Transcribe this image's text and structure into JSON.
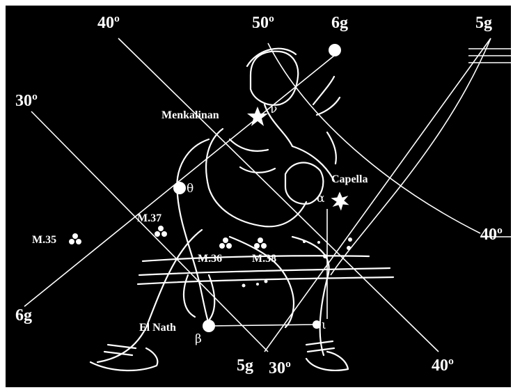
{
  "colors": {
    "background": "#000000",
    "frame": "#ffffff",
    "ink": "#ffffff"
  },
  "grid_labels": {
    "top_40": "40º",
    "top_50": "50º",
    "top_6g": "6g",
    "top_5g": "5g",
    "left_30": "30º",
    "right_40": "40º",
    "left_6g": "6g",
    "bottom_5g": "5g",
    "bottom_30": "30º",
    "bottom_40": "40º"
  },
  "objects": {
    "menkalinan": "Menkalinan",
    "capella": "Capella",
    "m37": "M.37",
    "m35": "M.35",
    "m36": "M.36",
    "m38": "M.38",
    "el_nath": "El Nath"
  },
  "greek": {
    "alpha": "α",
    "beta": "β",
    "theta": "θ",
    "iota": "ι",
    "small": "ν"
  },
  "icons": {
    "menkalinan_symbol": "star-icon",
    "capella_symbol": "sparkle-star-icon",
    "cluster_symbol": "cluster-icon"
  }
}
